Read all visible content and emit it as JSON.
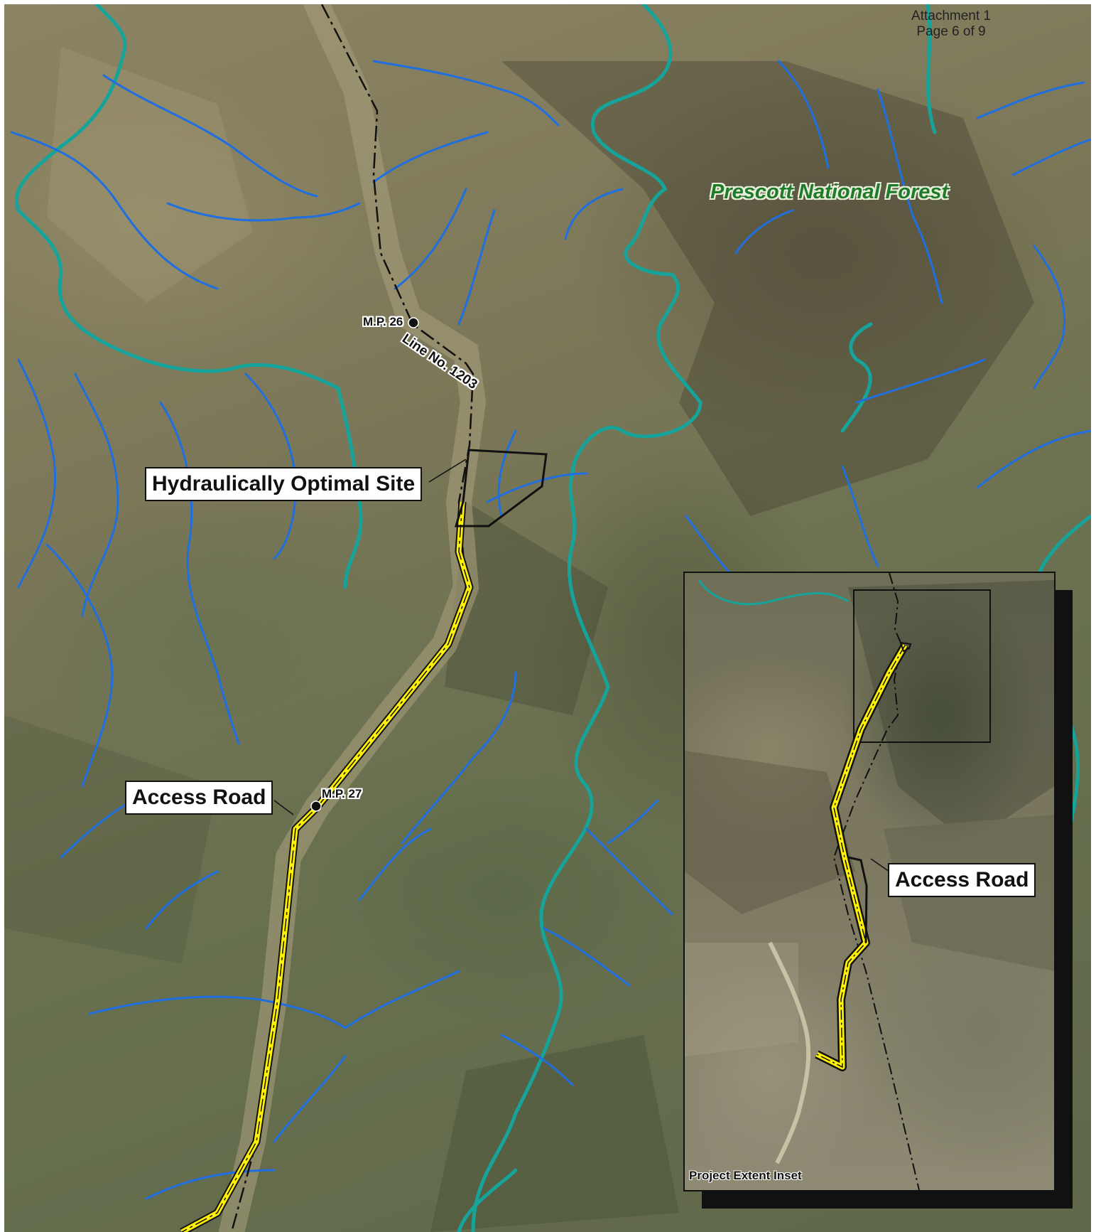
{
  "header": {
    "attachment": "Attachment 1",
    "page": "Page 6 of 9"
  },
  "labels": {
    "forest": "Prescott National Forest",
    "line": "Line No. 1203",
    "mp26": "M.P. 26",
    "mp27": "M.P. 27"
  },
  "callouts": {
    "hydraulic_site": "Hydraulically Optimal Site",
    "access_road": "Access Road",
    "inset_access_road": "Access Road"
  },
  "inset": {
    "title": "Project Extent Inset"
  },
  "colors": {
    "stream": "#1f6fe0",
    "major_stream": "#16a39a",
    "access_road": "#fff200",
    "pipeline": "#111111",
    "forest_label": "#1f7a2a"
  }
}
